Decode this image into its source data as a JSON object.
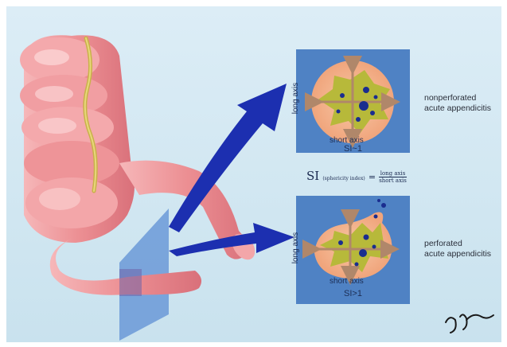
{
  "labels": {
    "top_condition_line1": "nonperforated",
    "top_condition_line2": "acute appendicitis",
    "bottom_condition_line1": "perforated",
    "bottom_condition_line2": "acute appendicitis"
  },
  "panels": {
    "top": {
      "long_axis": "long axis",
      "short_axis": "short axis",
      "si": "SI~1"
    },
    "bottom": {
      "long_axis": "long axis",
      "short_axis": "short axis",
      "si": "SI>1"
    }
  },
  "formula": {
    "symbol": "SI",
    "subscript": "(sphericity index)",
    "equals": "=",
    "numerator": "long axis",
    "denominator": "short axis"
  },
  "colors": {
    "background": "#d9eaf3",
    "panel": "#4f82c4",
    "bowel": "#e8878b",
    "arrow": "#1c2fb0",
    "lumen_fluid": "#b7b93a",
    "gas_dots": "#1a2d8f"
  }
}
